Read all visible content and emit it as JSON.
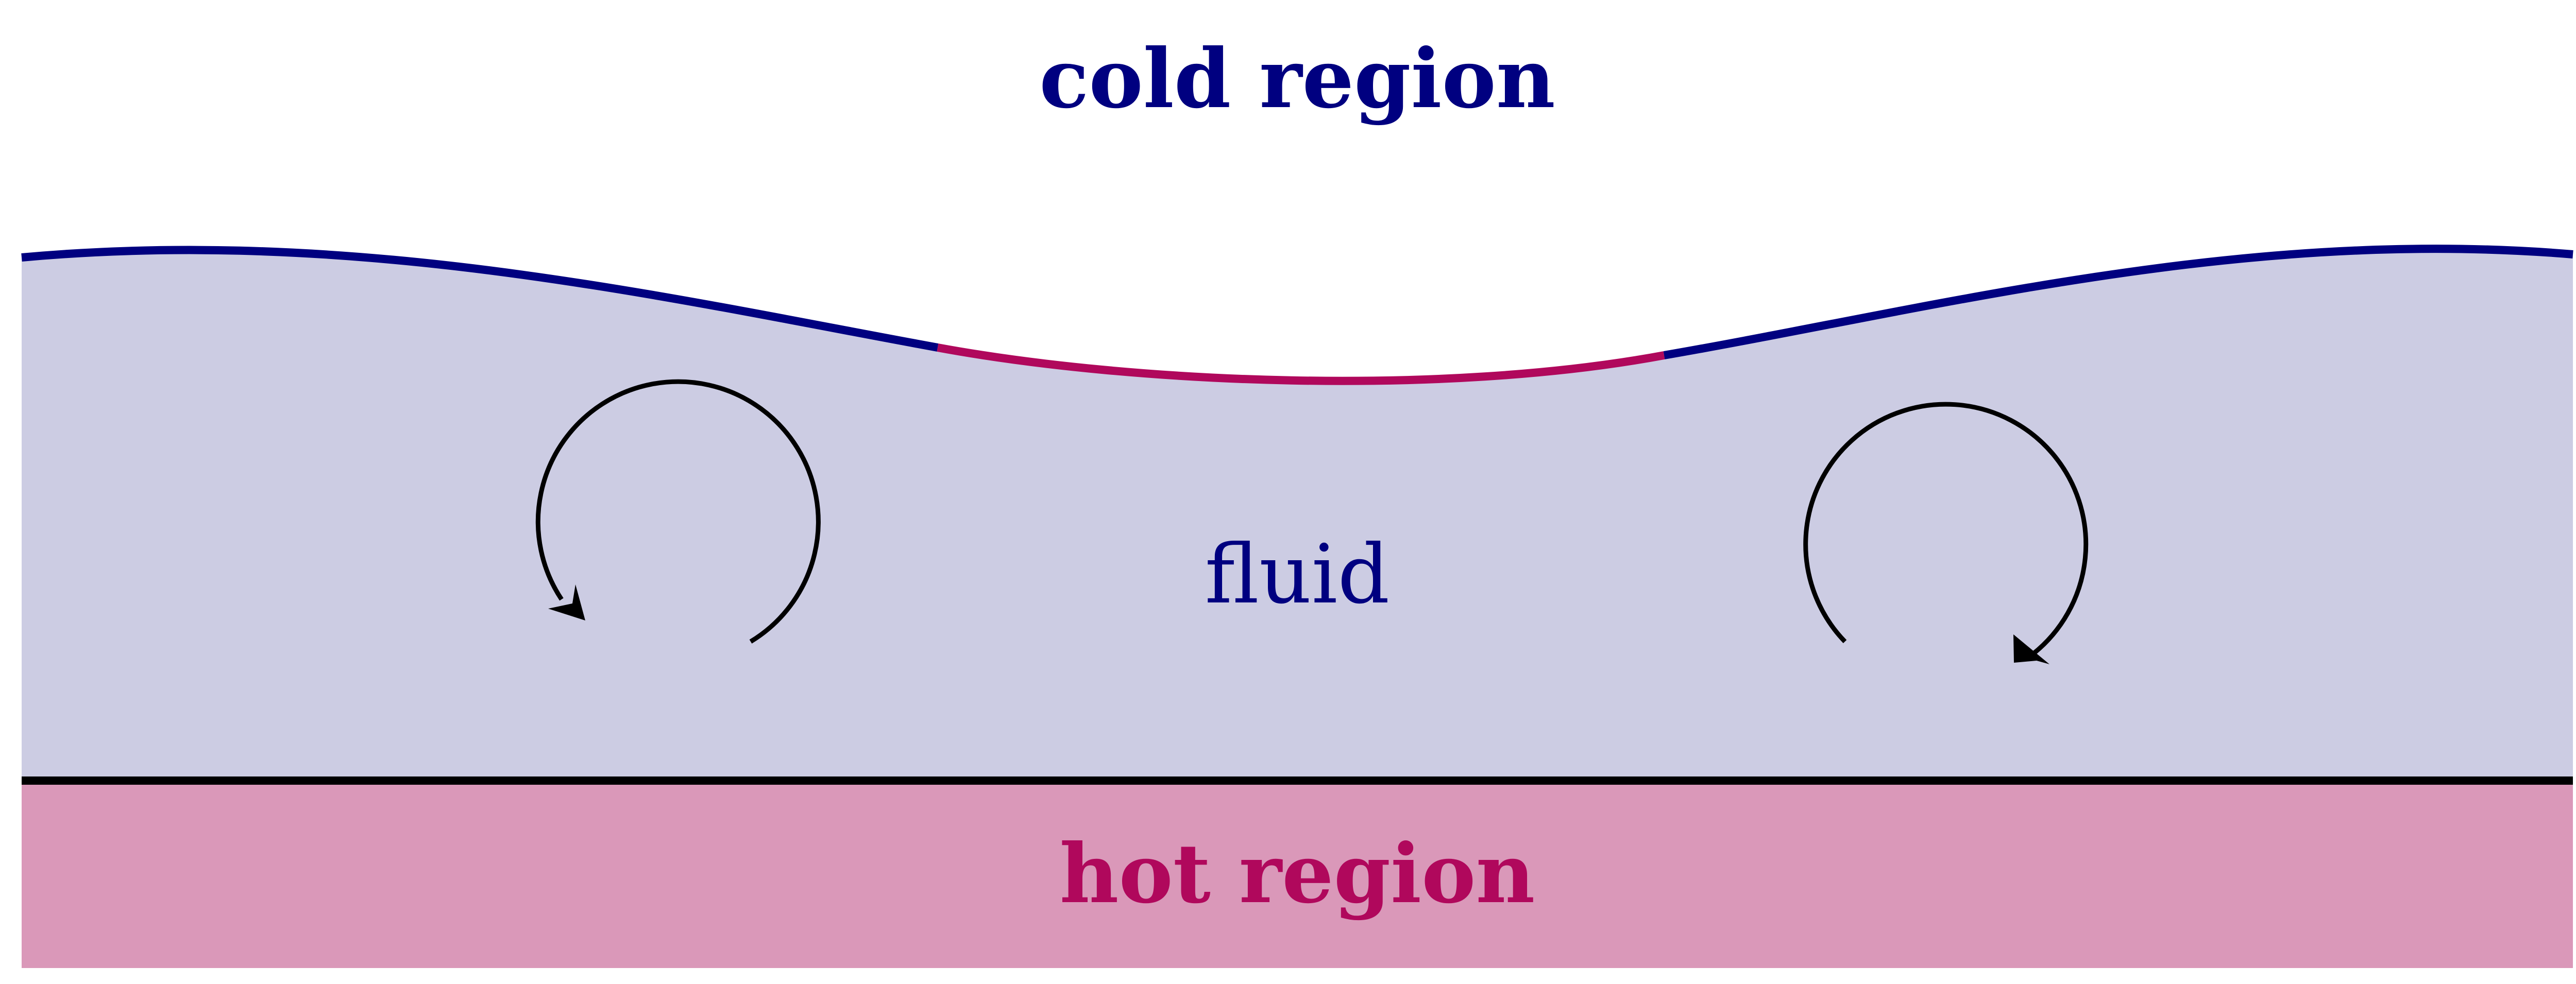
{
  "labels": {
    "cold_region": "cold region",
    "fluid": "fluid",
    "hot_region": "hot region"
  },
  "colors": {
    "cold": "#000080",
    "hot": "#b0085c",
    "fluid_fill": "#cccce3",
    "hot_fill": "#da98b9",
    "interface_line": "#000000",
    "arrow": "#000000",
    "background": "#ffffff"
  }
}
